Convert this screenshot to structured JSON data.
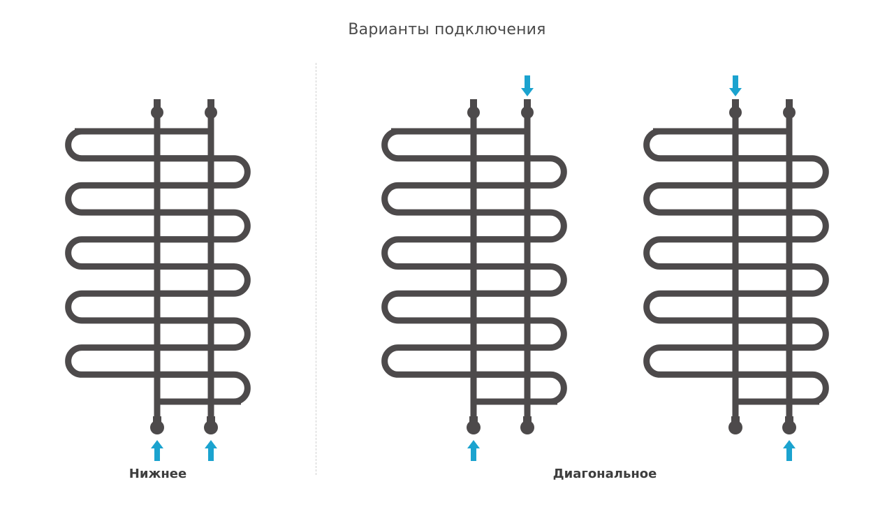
{
  "title": "Варианты подключения",
  "labels": {
    "bottom": "Нижнее",
    "diagonal": "Диагональное"
  },
  "colors": {
    "pipe": "#4d4a4b",
    "arrow": "#1ba3cf",
    "text": "#4a4a4a"
  },
  "radiators": [
    {
      "name": "bottom-connection",
      "flow": [
        "bottom-up-left",
        "bottom-up-right"
      ]
    },
    {
      "name": "diagonal-connection-a",
      "flow": [
        "top-down-right",
        "bottom-up-left"
      ]
    },
    {
      "name": "diagonal-connection-b",
      "flow": [
        "top-down-left",
        "bottom-up-right"
      ]
    }
  ]
}
